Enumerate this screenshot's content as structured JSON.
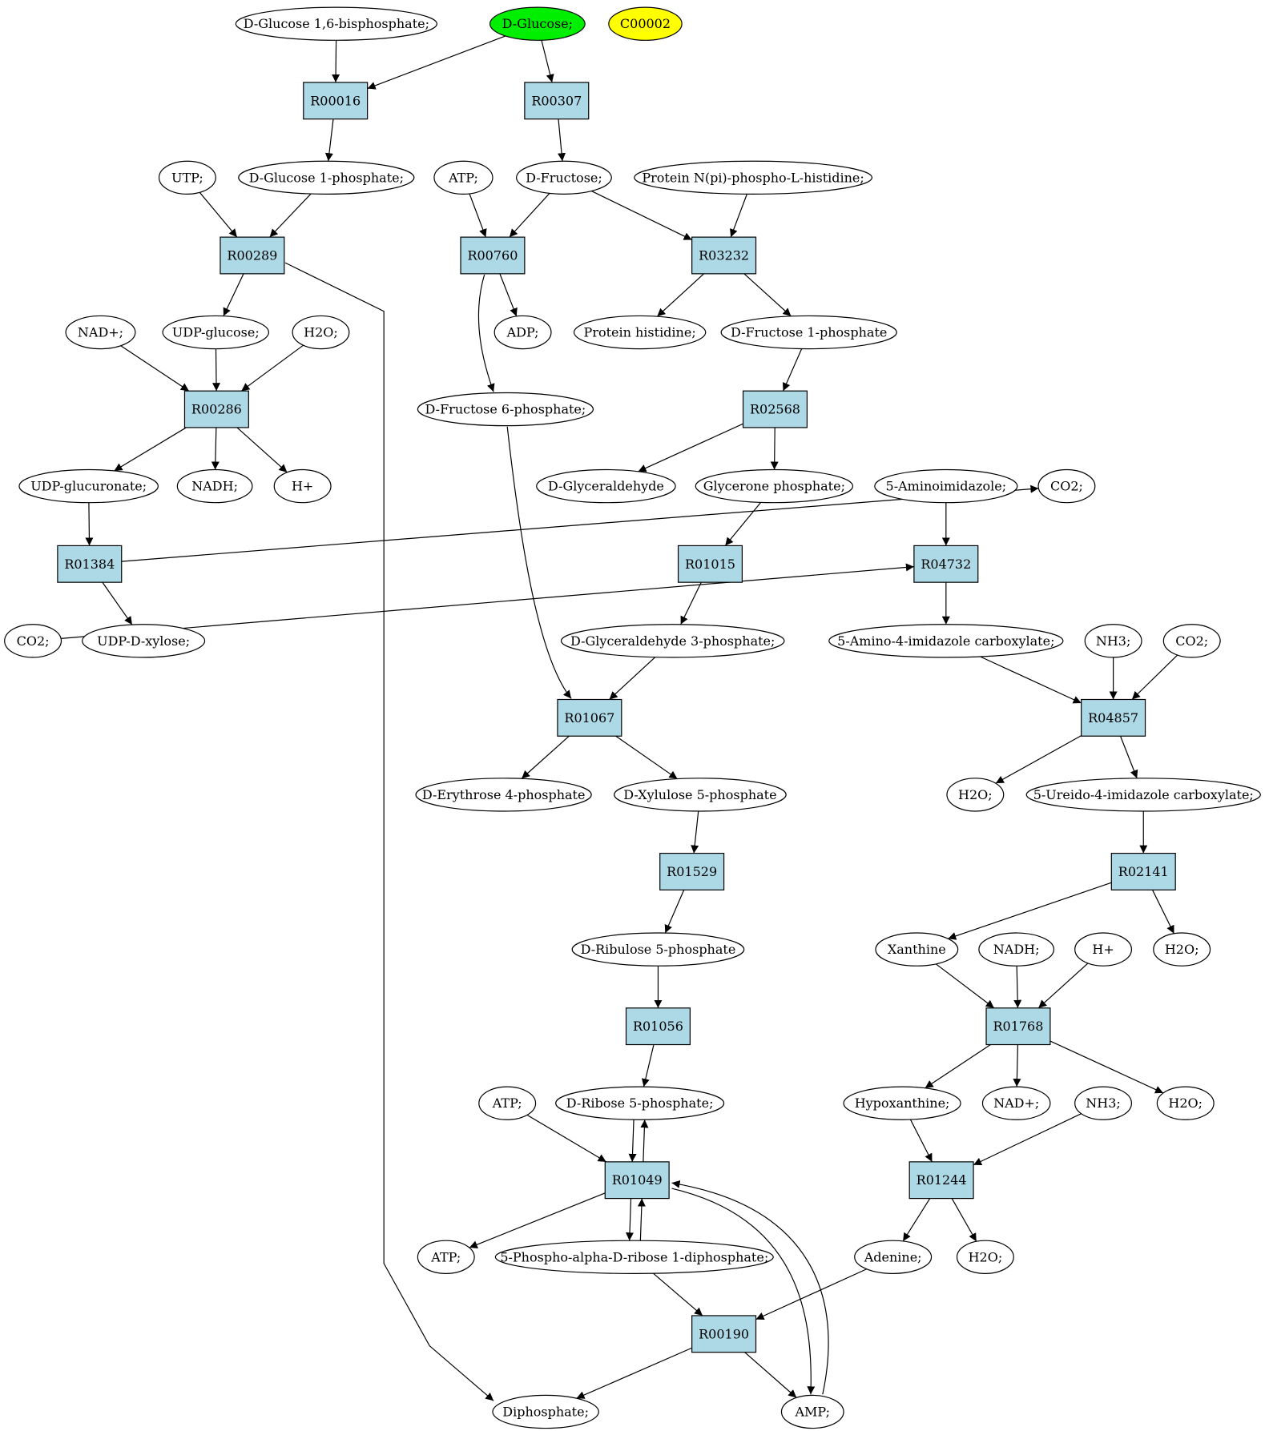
{
  "colors": {
    "reaction_fill": "#add8e6",
    "start_fill": "#00ee00",
    "highlight_fill": "#ffff00",
    "compound_fill": "#ffffff",
    "stroke": "#000000"
  },
  "compounds": [
    {
      "id": "c_g16bp",
      "label": "D-Glucose 1,6-bisphosphate;"
    },
    {
      "id": "c_glucose",
      "label": "D-Glucose;",
      "style": "start"
    },
    {
      "id": "c_c00002",
      "label": "C00002",
      "style": "highlight"
    },
    {
      "id": "c_utp",
      "label": "UTP;"
    },
    {
      "id": "c_g1p",
      "label": "D-Glucose 1-phosphate;"
    },
    {
      "id": "c_atp1",
      "label": "ATP;"
    },
    {
      "id": "c_fructose",
      "label": "D-Fructose;"
    },
    {
      "id": "c_protnph",
      "label": "Protein N(pi)-phospho-L-histidine;"
    },
    {
      "id": "c_nad1",
      "label": "NAD+;"
    },
    {
      "id": "c_udpglc",
      "label": "UDP-glucose;"
    },
    {
      "id": "c_h2o1",
      "label": "H2O;"
    },
    {
      "id": "c_adp",
      "label": "ADP;"
    },
    {
      "id": "c_prothis",
      "label": "Protein histidine;"
    },
    {
      "id": "c_f1p",
      "label": "D-Fructose 1-phosphate"
    },
    {
      "id": "c_f6p",
      "label": "D-Fructose 6-phosphate;"
    },
    {
      "id": "c_udpgluc",
      "label": "UDP-glucuronate;"
    },
    {
      "id": "c_nadh1",
      "label": "NADH;"
    },
    {
      "id": "c_h1",
      "label": "H+"
    },
    {
      "id": "c_glyald",
      "label": "D-Glyceraldehyde"
    },
    {
      "id": "c_glyp",
      "label": "Glycerone phosphate;"
    },
    {
      "id": "c_5ai",
      "label": "5-Aminoimidazole;"
    },
    {
      "id": "c_co2a",
      "label": "CO2;"
    },
    {
      "id": "c_co2b",
      "label": "CO2;"
    },
    {
      "id": "c_udpxyl",
      "label": "UDP-D-xylose;"
    },
    {
      "id": "c_g3p",
      "label": "D-Glyceraldehyde 3-phosphate;"
    },
    {
      "id": "c_5a4ic",
      "label": "5-Amino-4-imidazole carboxylate;"
    },
    {
      "id": "c_nh3a",
      "label": "NH3;"
    },
    {
      "id": "c_co2c",
      "label": "CO2;"
    },
    {
      "id": "c_e4p",
      "label": "D-Erythrose 4-phosphate"
    },
    {
      "id": "c_x5p",
      "label": "D-Xylulose 5-phosphate"
    },
    {
      "id": "c_h2o2",
      "label": "H2O;"
    },
    {
      "id": "c_5u4ic",
      "label": "5-Ureido-4-imidazole carboxylate;"
    },
    {
      "id": "c_ru5p",
      "label": "D-Ribulose 5-phosphate"
    },
    {
      "id": "c_xan",
      "label": "Xanthine"
    },
    {
      "id": "c_nadh2",
      "label": "NADH;"
    },
    {
      "id": "c_h2",
      "label": "H+"
    },
    {
      "id": "c_h2o3",
      "label": "H2O;"
    },
    {
      "id": "c_atp2",
      "label": "ATP;"
    },
    {
      "id": "c_r5p",
      "label": "D-Ribose 5-phosphate;"
    },
    {
      "id": "c_hyp",
      "label": "Hypoxanthine;"
    },
    {
      "id": "c_nad2",
      "label": "NAD+;"
    },
    {
      "id": "c_nh3b",
      "label": "NH3;"
    },
    {
      "id": "c_h2o4",
      "label": "H2O;"
    },
    {
      "id": "c_atp3",
      "label": "ATP;"
    },
    {
      "id": "c_prpp",
      "label": "5-Phospho-alpha-D-ribose 1-diphosphate;"
    },
    {
      "id": "c_ade",
      "label": "Adenine;"
    },
    {
      "id": "c_h2o5",
      "label": "H2O;"
    },
    {
      "id": "c_ppi",
      "label": "Diphosphate;"
    },
    {
      "id": "c_amp",
      "label": "AMP;"
    }
  ],
  "reactions": [
    {
      "id": "r_R00016",
      "label": "R00016"
    },
    {
      "id": "r_R00307",
      "label": "R00307"
    },
    {
      "id": "r_R00289",
      "label": "R00289"
    },
    {
      "id": "r_R00760",
      "label": "R00760"
    },
    {
      "id": "r_R03232",
      "label": "R03232"
    },
    {
      "id": "r_R00286",
      "label": "R00286"
    },
    {
      "id": "r_R02568",
      "label": "R02568"
    },
    {
      "id": "r_R01384",
      "label": "R01384"
    },
    {
      "id": "r_R01015",
      "label": "R01015"
    },
    {
      "id": "r_R04732",
      "label": "R04732"
    },
    {
      "id": "r_R01067",
      "label": "R01067"
    },
    {
      "id": "r_R04857",
      "label": "R04857"
    },
    {
      "id": "r_R01529",
      "label": "R01529"
    },
    {
      "id": "r_R02141",
      "label": "R02141"
    },
    {
      "id": "r_R01056",
      "label": "R01056"
    },
    {
      "id": "r_R01768",
      "label": "R01768"
    },
    {
      "id": "r_R01049",
      "label": "R01049"
    },
    {
      "id": "r_R01244",
      "label": "R01244"
    },
    {
      "id": "r_R00190",
      "label": "R00190"
    }
  ],
  "edges": [
    [
      "c_g16bp",
      "r_R00016"
    ],
    [
      "c_glucose",
      "r_R00016"
    ],
    [
      "c_glucose",
      "r_R00307"
    ],
    [
      "r_R00016",
      "c_g1p"
    ],
    [
      "r_R00307",
      "c_fructose"
    ],
    [
      "c_utp",
      "r_R00289"
    ],
    [
      "c_g1p",
      "r_R00289"
    ],
    [
      "r_R00289",
      "c_udpglc"
    ],
    [
      "r_R00289",
      "c_ppi"
    ],
    [
      "c_atp1",
      "r_R00760"
    ],
    [
      "c_fructose",
      "r_R00760"
    ],
    [
      "r_R00760",
      "c_adp"
    ],
    [
      "r_R00760",
      "c_f6p"
    ],
    [
      "c_fructose",
      "r_R03232"
    ],
    [
      "c_protnph",
      "r_R03232"
    ],
    [
      "r_R03232",
      "c_prothis"
    ],
    [
      "r_R03232",
      "c_f1p"
    ],
    [
      "c_nad1",
      "r_R00286"
    ],
    [
      "c_udpglc",
      "r_R00286"
    ],
    [
      "c_h2o1",
      "r_R00286"
    ],
    [
      "r_R00286",
      "c_udpgluc"
    ],
    [
      "r_R00286",
      "c_nadh1"
    ],
    [
      "r_R00286",
      "c_h1"
    ],
    [
      "c_f1p",
      "r_R02568"
    ],
    [
      "r_R02568",
      "c_glyald"
    ],
    [
      "r_R02568",
      "c_glyp"
    ],
    [
      "c_udpgluc",
      "r_R01384"
    ],
    [
      "r_R01384",
      "c_co2a"
    ],
    [
      "r_R01384",
      "c_udpxyl"
    ],
    [
      "c_glyp",
      "r_R01015"
    ],
    [
      "r_R01015",
      "c_g3p"
    ],
    [
      "c_5ai",
      "r_R04732"
    ],
    [
      "c_co2b",
      "r_R04732"
    ],
    [
      "r_R04732",
      "c_5a4ic"
    ],
    [
      "c_f6p",
      "r_R01067"
    ],
    [
      "c_g3p",
      "r_R01067"
    ],
    [
      "r_R01067",
      "c_e4p"
    ],
    [
      "r_R01067",
      "c_x5p"
    ],
    [
      "c_5a4ic",
      "r_R04857"
    ],
    [
      "c_nh3a",
      "r_R04857"
    ],
    [
      "c_co2c",
      "r_R04857"
    ],
    [
      "r_R04857",
      "c_h2o2"
    ],
    [
      "r_R04857",
      "c_5u4ic"
    ],
    [
      "c_x5p",
      "r_R01529"
    ],
    [
      "r_R01529",
      "c_ru5p"
    ],
    [
      "c_5u4ic",
      "r_R02141"
    ],
    [
      "r_R02141",
      "c_xan"
    ],
    [
      "r_R02141",
      "c_h2o3"
    ],
    [
      "c_ru5p",
      "r_R01056"
    ],
    [
      "r_R01056",
      "c_r5p"
    ],
    [
      "c_xan",
      "r_R01768"
    ],
    [
      "c_nadh2",
      "r_R01768"
    ],
    [
      "c_h2",
      "r_R01768"
    ],
    [
      "r_R01768",
      "c_hyp"
    ],
    [
      "r_R01768",
      "c_nad2"
    ],
    [
      "r_R01768",
      "c_h2o4"
    ],
    [
      "c_atp2",
      "r_R01049"
    ],
    [
      "c_r5p",
      "r_R01049"
    ],
    [
      "r_R01049",
      "c_r5p"
    ],
    [
      "r_R01049",
      "c_atp3"
    ],
    [
      "r_R01049",
      "c_prpp"
    ],
    [
      "c_prpp",
      "r_R01049"
    ],
    [
      "c_amp",
      "r_R01049"
    ],
    [
      "r_R01049",
      "c_amp"
    ],
    [
      "c_hyp",
      "r_R01244"
    ],
    [
      "c_nh3b",
      "r_R01244"
    ],
    [
      "r_R01244",
      "c_ade"
    ],
    [
      "r_R01244",
      "c_h2o5"
    ],
    [
      "c_prpp",
      "r_R00190"
    ],
    [
      "c_ade",
      "r_R00190"
    ],
    [
      "r_R00190",
      "c_ppi"
    ],
    [
      "r_R00190",
      "c_amp"
    ]
  ]
}
